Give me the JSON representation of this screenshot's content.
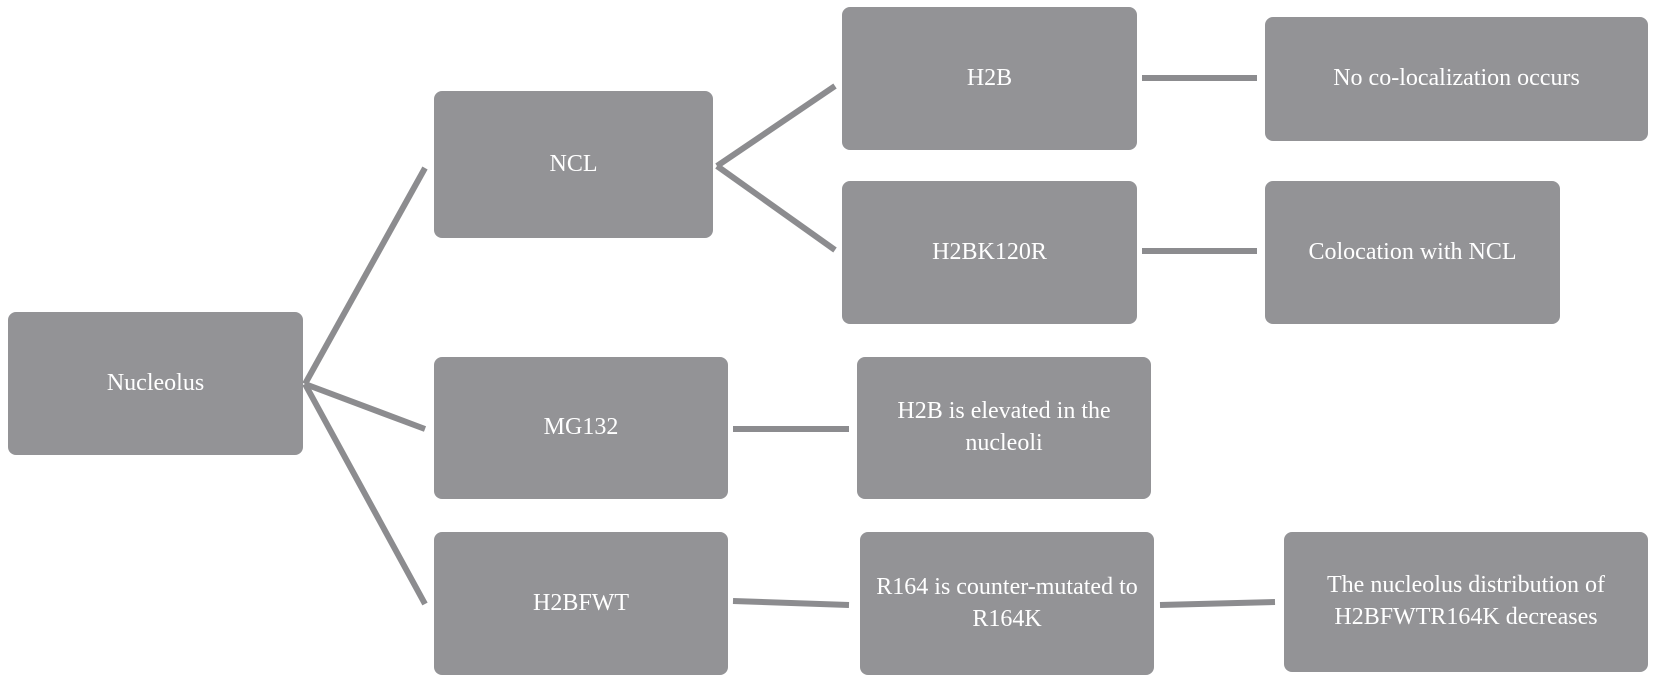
{
  "diagram": {
    "nodes": {
      "nucleolus": "Nucleolus",
      "ncl": "NCL",
      "mg132": "MG132",
      "h2bfwt": "H2BFWT",
      "h2b": "H2B",
      "h2bk120r": "H2BK120R",
      "h2b_elevated": "H2B is elevated in the nucleoli",
      "r164": "R164 is counter-mutated to R164K",
      "no_coloc": "No co-localization occurs",
      "coloc_ncl": "Colocation with NCL",
      "distribution": "The nucleolus distribution of H2BFWTR164K decreases"
    },
    "colors": {
      "box": "#939396",
      "connector": "#8c8c8f",
      "text": "#ffffff"
    }
  }
}
